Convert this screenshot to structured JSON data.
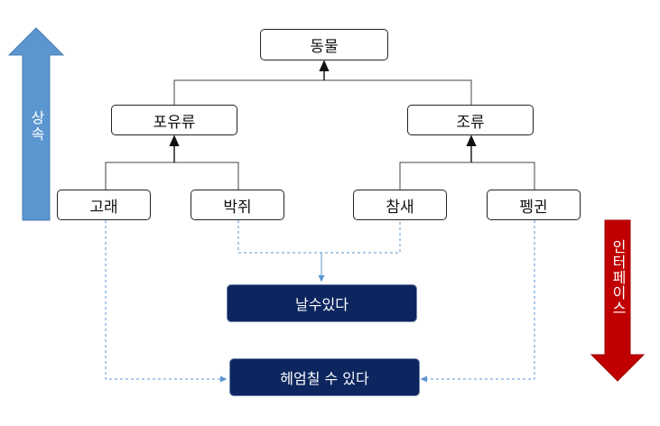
{
  "colors": {
    "inherit_arrow": "#5b96d0",
    "interface_arrow": "#c00000",
    "interface_box": "#0d2660",
    "dashed_line": "#5b96d0"
  },
  "hierarchy": {
    "root": "동물",
    "mammal": "포유류",
    "bird": "조류",
    "whale": "고래",
    "bat": "박쥐",
    "sparrow": "참새",
    "penguin": "펭귄"
  },
  "interfaces": {
    "can_fly": "날수있다",
    "can_swim": "헤엄칠 수 있다"
  },
  "side_arrows": {
    "inherit_label": "상속",
    "interface_label": "인터페이스"
  },
  "icons": {
    "inherit_arrow": "up-arrow-icon",
    "interface_arrow": "down-arrow-icon"
  }
}
